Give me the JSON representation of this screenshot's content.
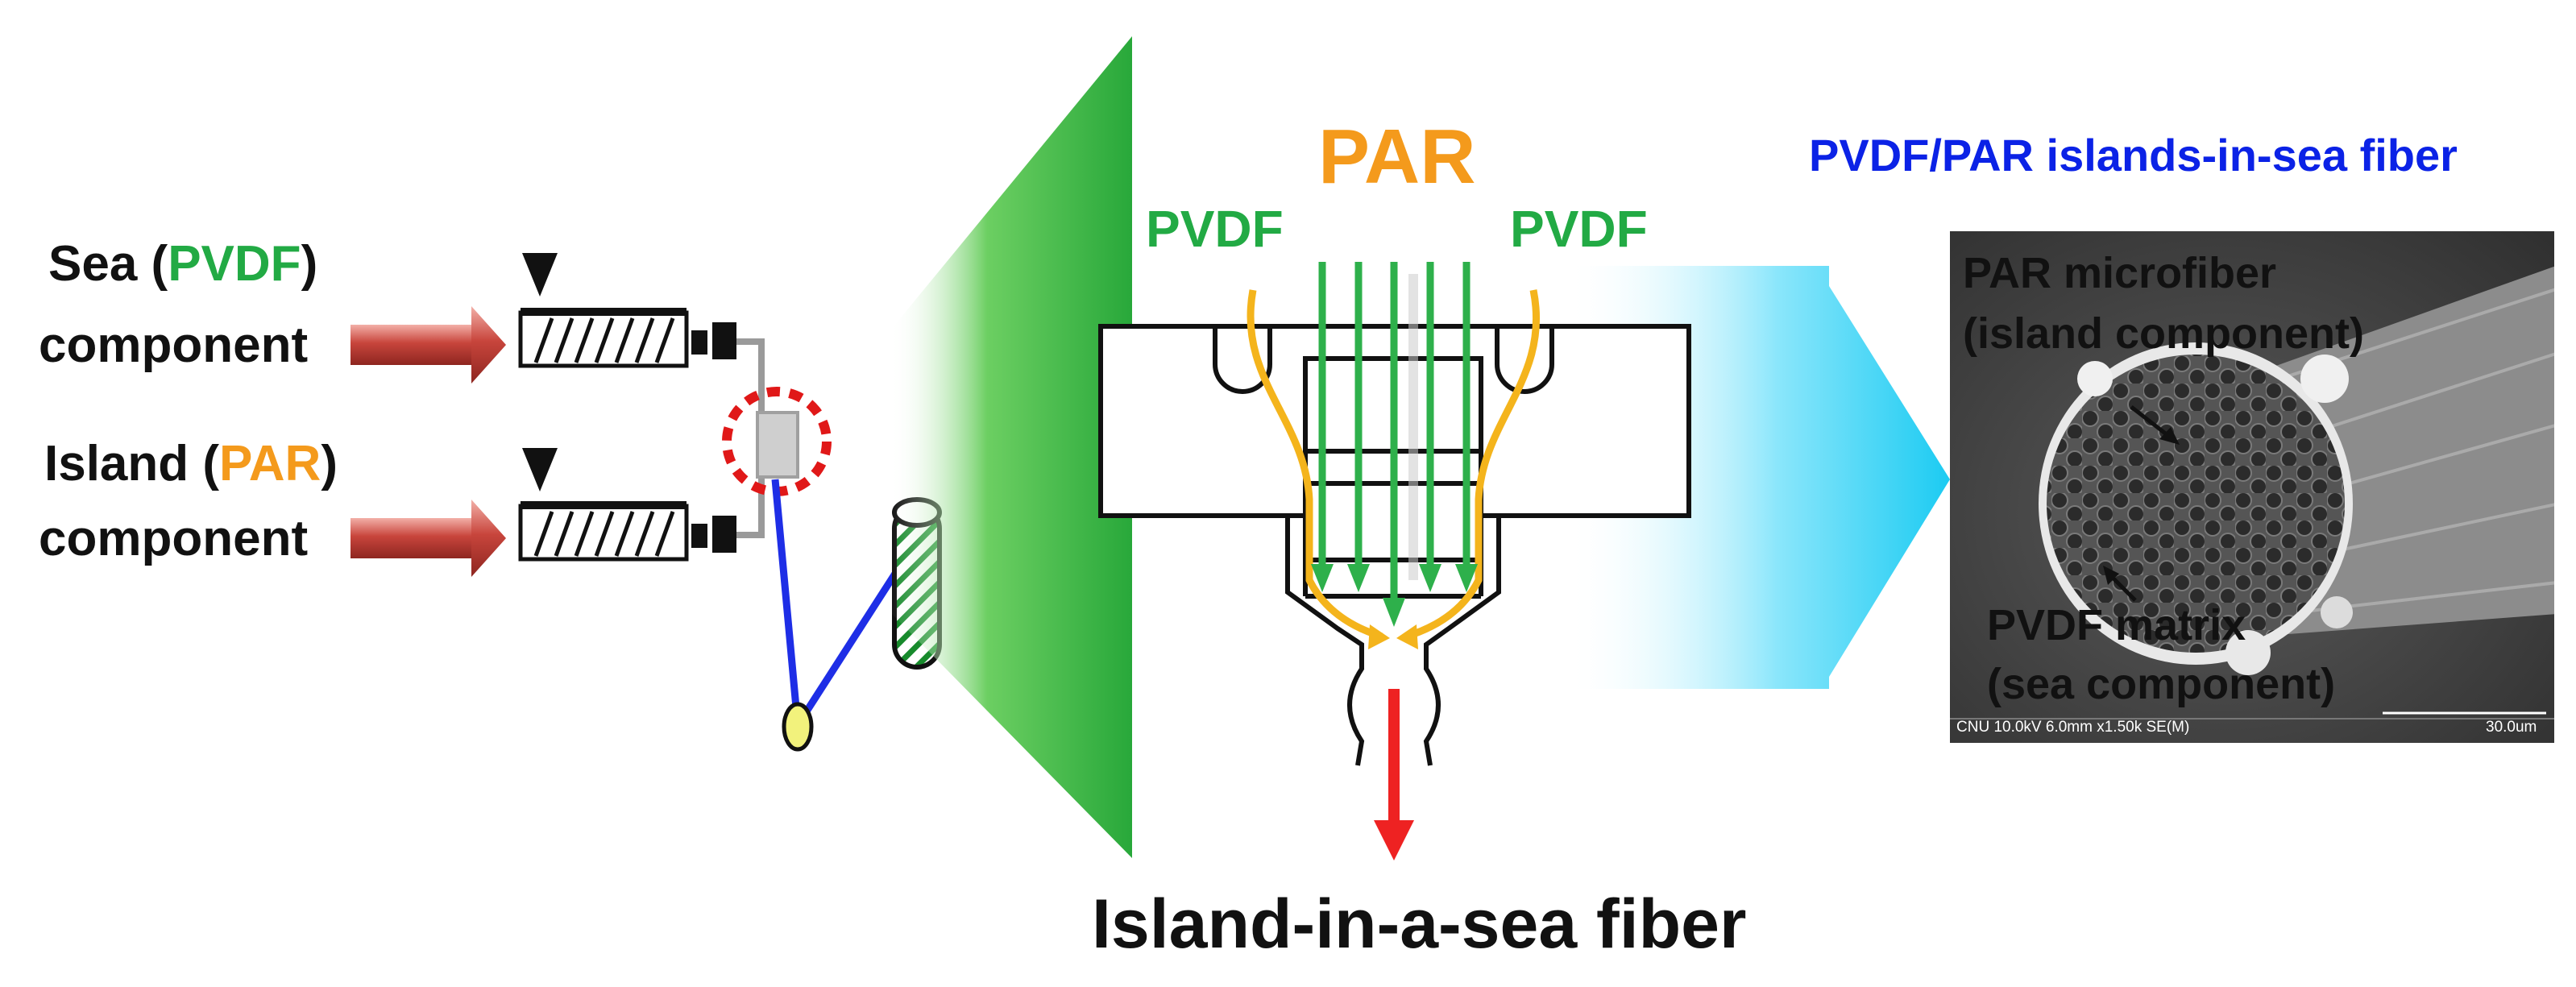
{
  "left": {
    "sea_word": "Sea (",
    "sea_polymer": "PVDF",
    "sea_close": ")",
    "sea_line2": "component",
    "island_word": "Island (",
    "island_polymer": "PAR",
    "island_close": ")",
    "island_line2": "component"
  },
  "center": {
    "par_label": "PAR",
    "pvdf_left": "PVDF",
    "pvdf_right": "PVDF",
    "bottom_caption": "Island-in-a-sea fiber"
  },
  "sem": {
    "title": "PVDF/PAR islands-in-sea fiber",
    "label_island_1": "PAR microfiber",
    "label_island_2": "(island component)",
    "label_sea_1": "PVDF matrix",
    "label_sea_2": "(sea component)",
    "footer_left": "CNU 10.0kV 6.0mm x1.50k SE(M)",
    "footer_right": "30.0um"
  },
  "colors": {
    "pvdf_green": "#22aa44",
    "par_orange": "#f49a1c",
    "title_blue": "#0b22e6",
    "extrudate_red": "#ee2222",
    "fiber_blue": "#1e2ee6",
    "callout_red_dashed": "#e01818",
    "cyan_arrow": "#18c8f0"
  }
}
